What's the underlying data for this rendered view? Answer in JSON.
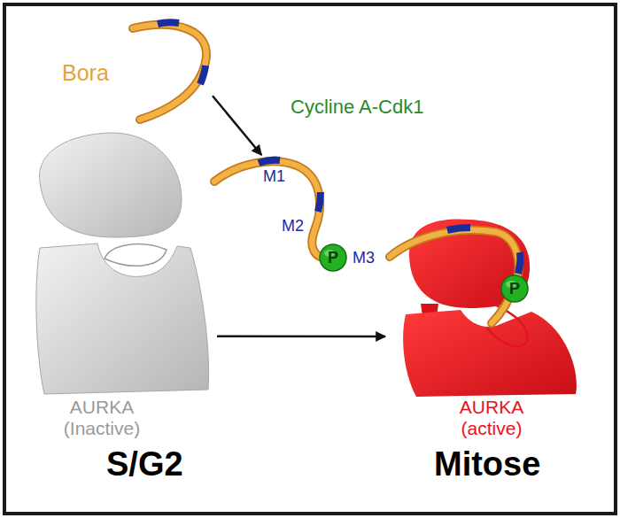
{
  "diagram": {
    "nodes": [
      {
        "text": [
          "Bora"
        ]
      },
      {
        "text": [
          "M1",
          "M2",
          "M3"
        ]
      },
      {
        "text": [
          "P"
        ],
        "in": 1
      },
      {
        "text": [
          "AURKA (Inactive)"
        ]
      },
      {
        "text": [
          "AURKA (active)"
        ]
      },
      {
        "text": [
          "P"
        ],
        "in": 4
      }
    ],
    "edges": [
      {
        "from": 0,
        "to": 1,
        "arrow": "to",
        "label": "Cycline A-Cdk1"
      },
      {
        "from": 3,
        "to": 4,
        "arrow": "to"
      }
    ],
    "labels": [
      "S/G2",
      "Mitose"
    ]
  }
}
